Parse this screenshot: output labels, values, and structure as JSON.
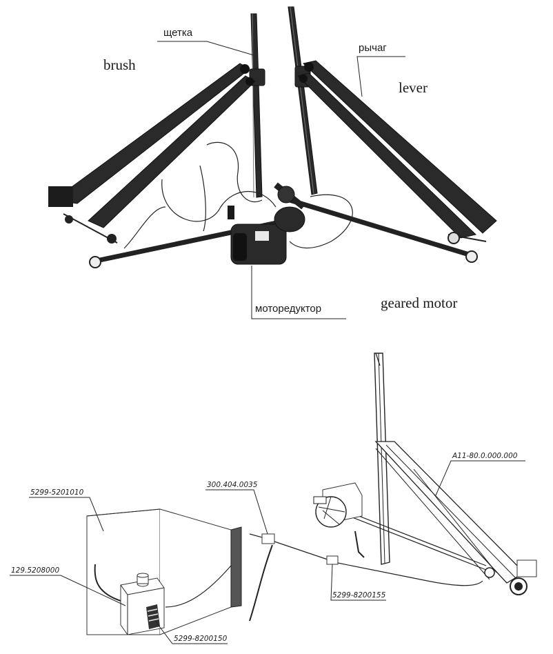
{
  "top_figure": {
    "labels": {
      "shchetka": "щетка",
      "brush": "brush",
      "rychag": "рычаг",
      "lever": "lever",
      "motoreduktor": "моторедуктор",
      "geared_motor": "geared motor"
    }
  },
  "bottom_figure": {
    "codes": {
      "tank_panel": "5299-5201010",
      "pump": "129.5208000",
      "tank": "5299-8200150",
      "valve": "300.404.0035",
      "tee": "5299-8200155",
      "wiper_assembly": "А11-80.0.000.000"
    }
  }
}
